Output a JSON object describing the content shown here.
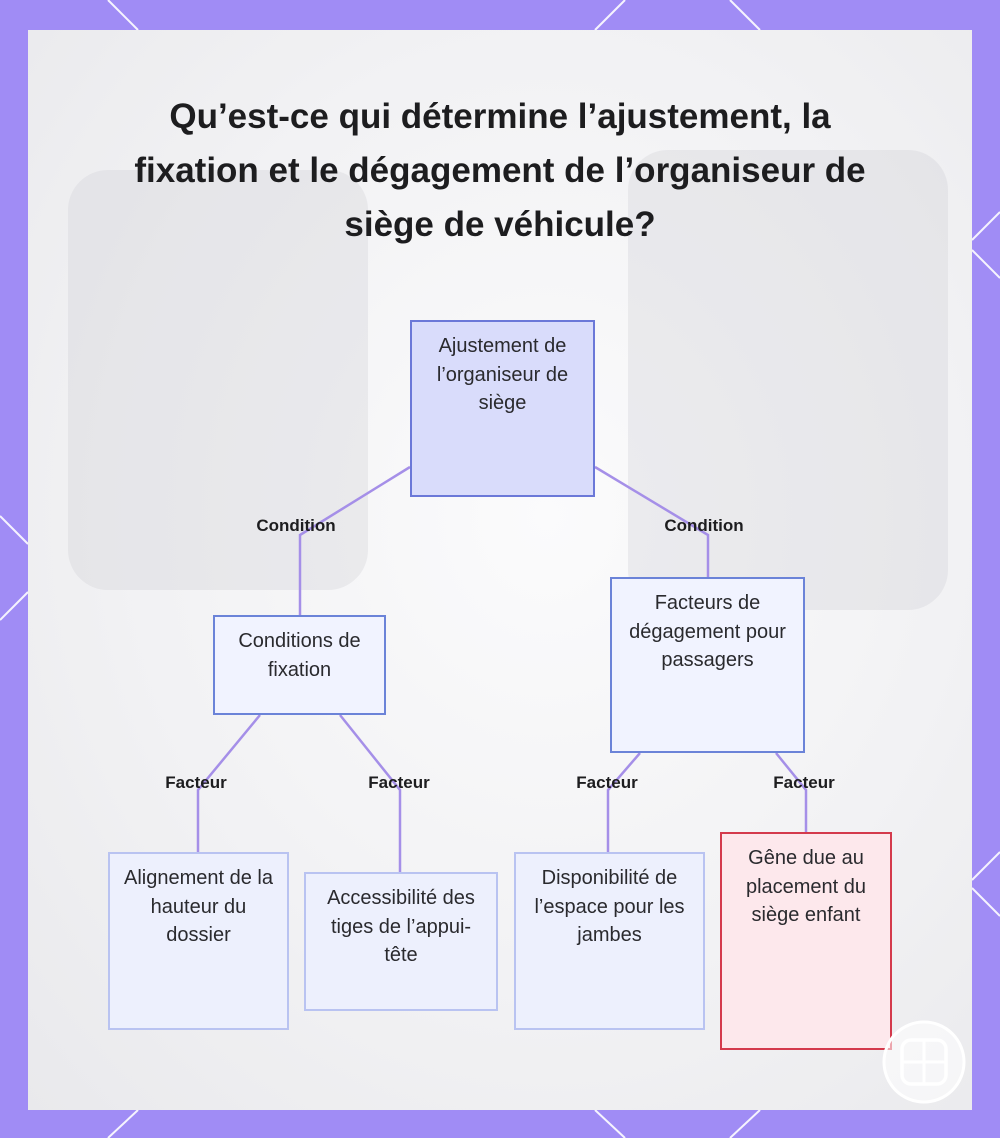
{
  "title": "Qu’est-ce qui détermine l’ajustement, la fixation et le dégagement de l’organiseur de siège de véhicule?",
  "nodes": {
    "root": "Ajustement de l’organiseur de siège",
    "fixation": "Conditions de fixation",
    "clearance": "Facteurs de dégagement pour passagers",
    "backrest": "Alignement de la hauteur du dossier",
    "headrest": "Accessibilité des tiges de l’appui-tête",
    "legroom": "Disponibilité de l’espace pour les jambes",
    "childseat": "Gêne due au placement du siège enfant"
  },
  "edges": {
    "root_fixation": "Condition",
    "root_clearance": "Condition",
    "fixation_backrest": "Facteur",
    "fixation_headrest": "Facteur",
    "clearance_legroom": "Facteur",
    "clearance_childseat": "Facteur"
  },
  "colors": {
    "frame": "#a08cf5",
    "edge": "#a58fe8",
    "root_fill": "#d9dcfb",
    "alert_border": "#d43a4c"
  }
}
